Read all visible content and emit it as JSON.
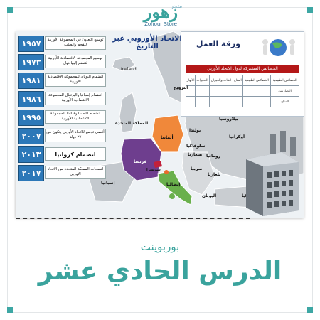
{
  "brand": {
    "name": "زهور",
    "small": "متجر",
    "tagline": "Zohour Store"
  },
  "slide": {
    "map_title": "الاتحاد الأوروبي عبر التاريخ",
    "timeline": [
      {
        "year": "١٩٥٧",
        "text": "توسيع التعاون في المجموعة الأوربية للفحم والصلب"
      },
      {
        "year": "١٩٧٣",
        "text": "توسيع المجموعة الاقتصادية الأوربية لتنضم إليها دول"
      },
      {
        "year": "١٩٨١",
        "text": "انضمام اليونان للمجموعة الاقتصادية الأوربية"
      },
      {
        "year": "١٩٨٦",
        "text": "انضمام إسبانيا والبرتغال للمجموعة الاقتصادية الأوربية"
      },
      {
        "year": "١٩٩٥",
        "text": "انضمام النمسا وفنلندا للمجموعة الاقتصادية الأوربية"
      },
      {
        "year": "٢٠٠٧",
        "text": "أقصى توسع للاتحاد الأوربي يتكون من ٢٧ دولة"
      },
      {
        "year": "٢٠١٣",
        "text": "انضمام كرواتيا"
      },
      {
        "year": "٢٠١٧",
        "text": "انسحاب المملكة المتحدة من الاتحاد الأوربي"
      }
    ],
    "worksheet": {
      "title": "ورقة العمل",
      "header": "الخصائص المشتركة لدول الاتحاد الأوربي",
      "columns": [
        "الخصائص الطبيعية",
        "المناخ",
        "النبات والحيوان",
        "البحيرات",
        "الأنهار"
      ],
      "rows": [
        "الخصائص الطبيعية",
        "التضاريس",
        "المناخ"
      ]
    },
    "map_labels": {
      "norway": "النرويج",
      "iceland": "Iceland",
      "uk": "المملكة المتحدة",
      "france": "فرنسا",
      "germany": "ألمانيا",
      "italy": "إيطاليا",
      "spain": "إسبانيا",
      "ukraine": "أوكرانيا",
      "romania": "رومانيا",
      "belarus": "بيلاروسيا",
      "greece": "اليونان",
      "bulgaria": "بلغاريا",
      "serbia": "صربيا",
      "hungary": "هنغاريا",
      "slovakia": "سلوفاكيا",
      "poland": "بولندا",
      "turkey": "تركيا",
      "switzerland": "سويسرا"
    }
  },
  "lesson": {
    "type": "بوربوينت",
    "title": "الدرس الحادي عشر"
  },
  "colors": {
    "accent": "#3aa39d",
    "year_box": "#2c78b8",
    "france": "#6e3e8e",
    "germany": "#f0883a",
    "italy": "#6ab04c",
    "ws_header": "#b41818"
  }
}
